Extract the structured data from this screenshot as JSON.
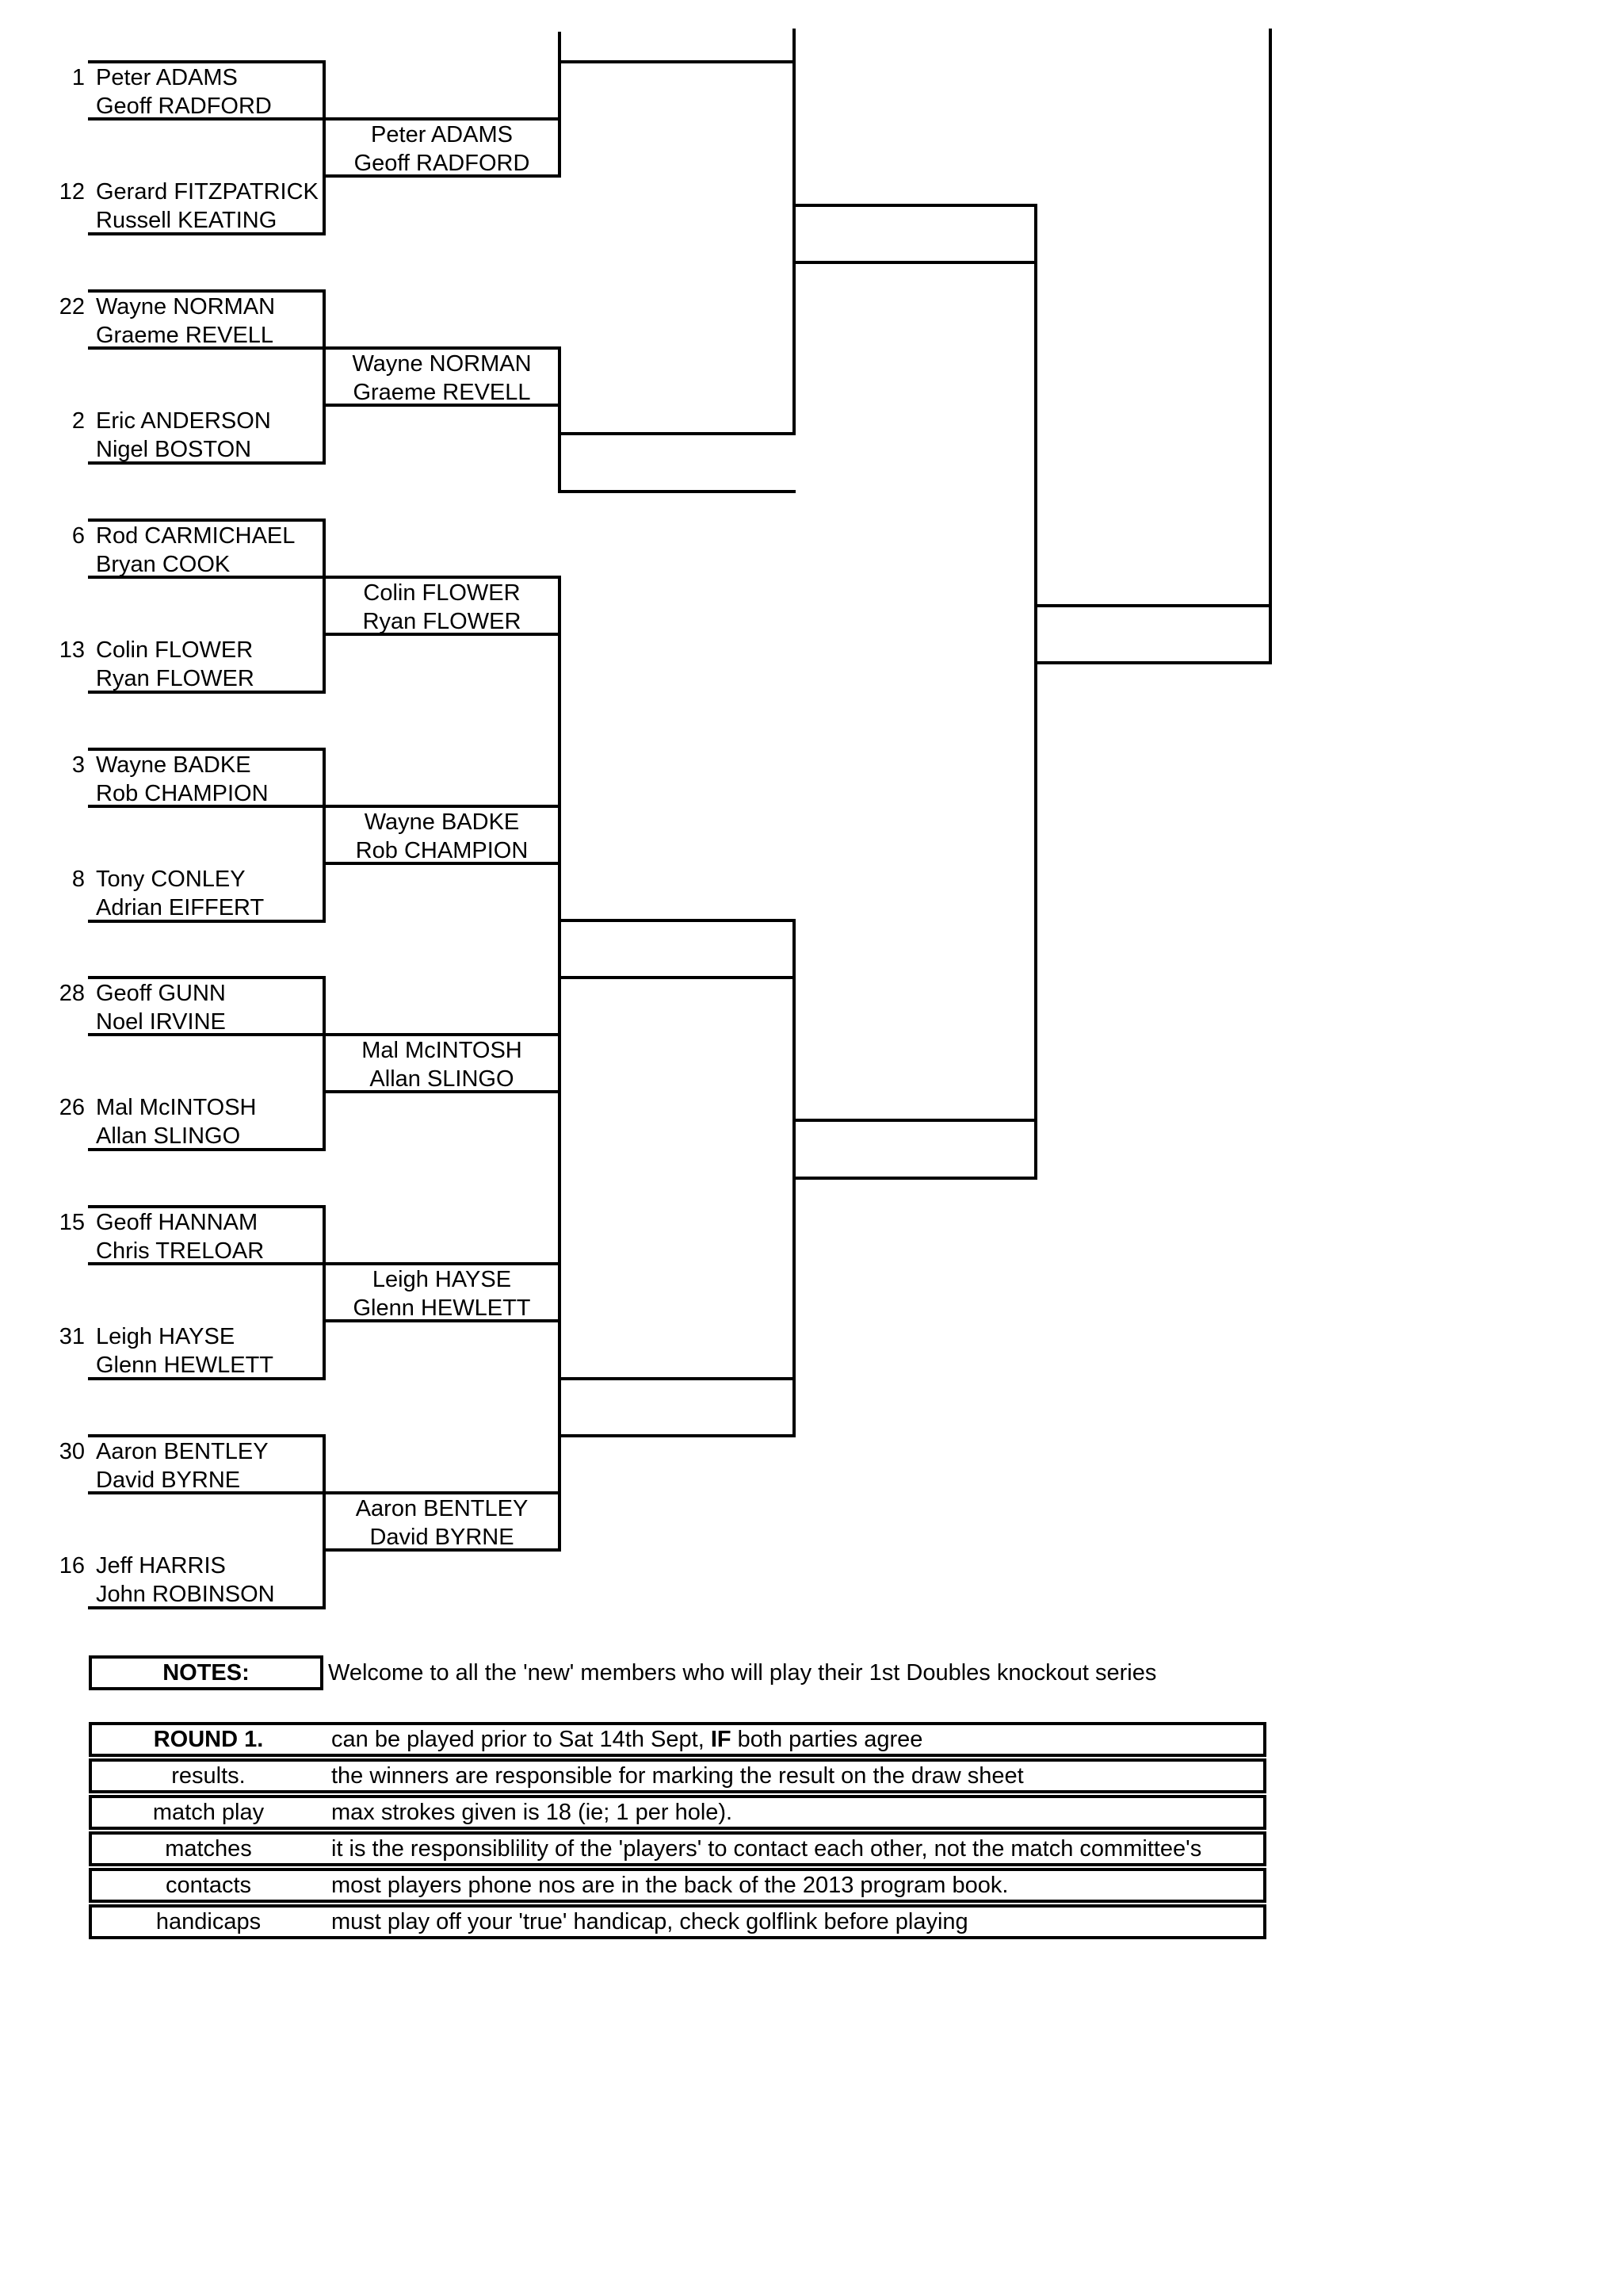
{
  "bracket": {
    "matches": [
      {
        "top": {
          "seed": "1",
          "p1": "Peter ADAMS",
          "p2": "Geoff RADFORD"
        },
        "winner": {
          "p1": "Peter ADAMS",
          "p2": "Geoff RADFORD"
        },
        "bottom": {
          "seed": "12",
          "p1": "Gerard FITZPATRICK",
          "p2": "Russell KEATING"
        }
      },
      {
        "top": {
          "seed": "22",
          "p1": "Wayne NORMAN",
          "p2": "Graeme REVELL"
        },
        "winner": {
          "p1": "Wayne NORMAN",
          "p2": "Graeme REVELL"
        },
        "bottom": {
          "seed": "2",
          "p1": "Eric ANDERSON",
          "p2": "Nigel BOSTON"
        }
      },
      {
        "top": {
          "seed": "6",
          "p1": "Rod CARMICHAEL",
          "p2": "Bryan COOK"
        },
        "winner": {
          "p1": "Colin FLOWER",
          "p2": "Ryan FLOWER"
        },
        "bottom": {
          "seed": "13",
          "p1": "Colin FLOWER",
          "p2": "Ryan FLOWER"
        }
      },
      {
        "top": {
          "seed": "3",
          "p1": "Wayne BADKE",
          "p2": "Rob CHAMPION"
        },
        "winner": {
          "p1": "Wayne BADKE",
          "p2": "Rob CHAMPION"
        },
        "bottom": {
          "seed": "8",
          "p1": "Tony CONLEY",
          "p2": "Adrian EIFFERT"
        }
      },
      {
        "top": {
          "seed": "28",
          "p1": "Geoff GUNN",
          "p2": "Noel IRVINE"
        },
        "winner": {
          "p1": "Mal McINTOSH",
          "p2": "Allan SLINGO"
        },
        "bottom": {
          "seed": "26",
          "p1": "Mal McINTOSH",
          "p2": "Allan SLINGO"
        }
      },
      {
        "top": {
          "seed": "15",
          "p1": "Geoff HANNAM",
          "p2": "Chris TRELOAR"
        },
        "winner": {
          "p1": "Leigh HAYSE",
          "p2": "Glenn HEWLETT"
        },
        "bottom": {
          "seed": "31",
          "p1": "Leigh HAYSE",
          "p2": "Glenn HEWLETT"
        }
      },
      {
        "top": {
          "seed": "30",
          "p1": "Aaron BENTLEY",
          "p2": "David BYRNE"
        },
        "winner": {
          "p1": "Aaron BENTLEY",
          "p2": "David BYRNE"
        },
        "bottom": {
          "seed": "16",
          "p1": "Jeff HARRIS",
          "p2": "John ROBINSON"
        }
      }
    ]
  },
  "notes": {
    "label": "NOTES:",
    "text": "Welcome to all the 'new' members who will play their 1st Doubles knockout series"
  },
  "info_table": {
    "rows": [
      {
        "label": "ROUND 1.",
        "desc_pre": "can be played prior to Sat 14th Sept, ",
        "desc_bold": "IF",
        "desc_post": " both parties agree"
      },
      {
        "label": "results.",
        "desc_pre": "the winners are responsible for marking the result on the draw sheet",
        "desc_bold": "",
        "desc_post": ""
      },
      {
        "label": "match play",
        "desc_pre": "max strokes given is 18 (ie; 1 per hole).",
        "desc_bold": "",
        "desc_post": ""
      },
      {
        "label": "matches",
        "desc_pre": "it is the responsiblility of the 'players' to contact each other, not the match committee's",
        "desc_bold": "",
        "desc_post": ""
      },
      {
        "label": "contacts",
        "desc_pre": "most players phone nos are in the back of the 2013 program book.",
        "desc_bold": "",
        "desc_post": ""
      },
      {
        "label": "handicaps",
        "desc_pre": "must play off your 'true' handicap, check golflink before playing",
        "desc_bold": "",
        "desc_post": ""
      }
    ]
  },
  "colors": {
    "ink": "#000000",
    "paper": "#ffffff"
  }
}
